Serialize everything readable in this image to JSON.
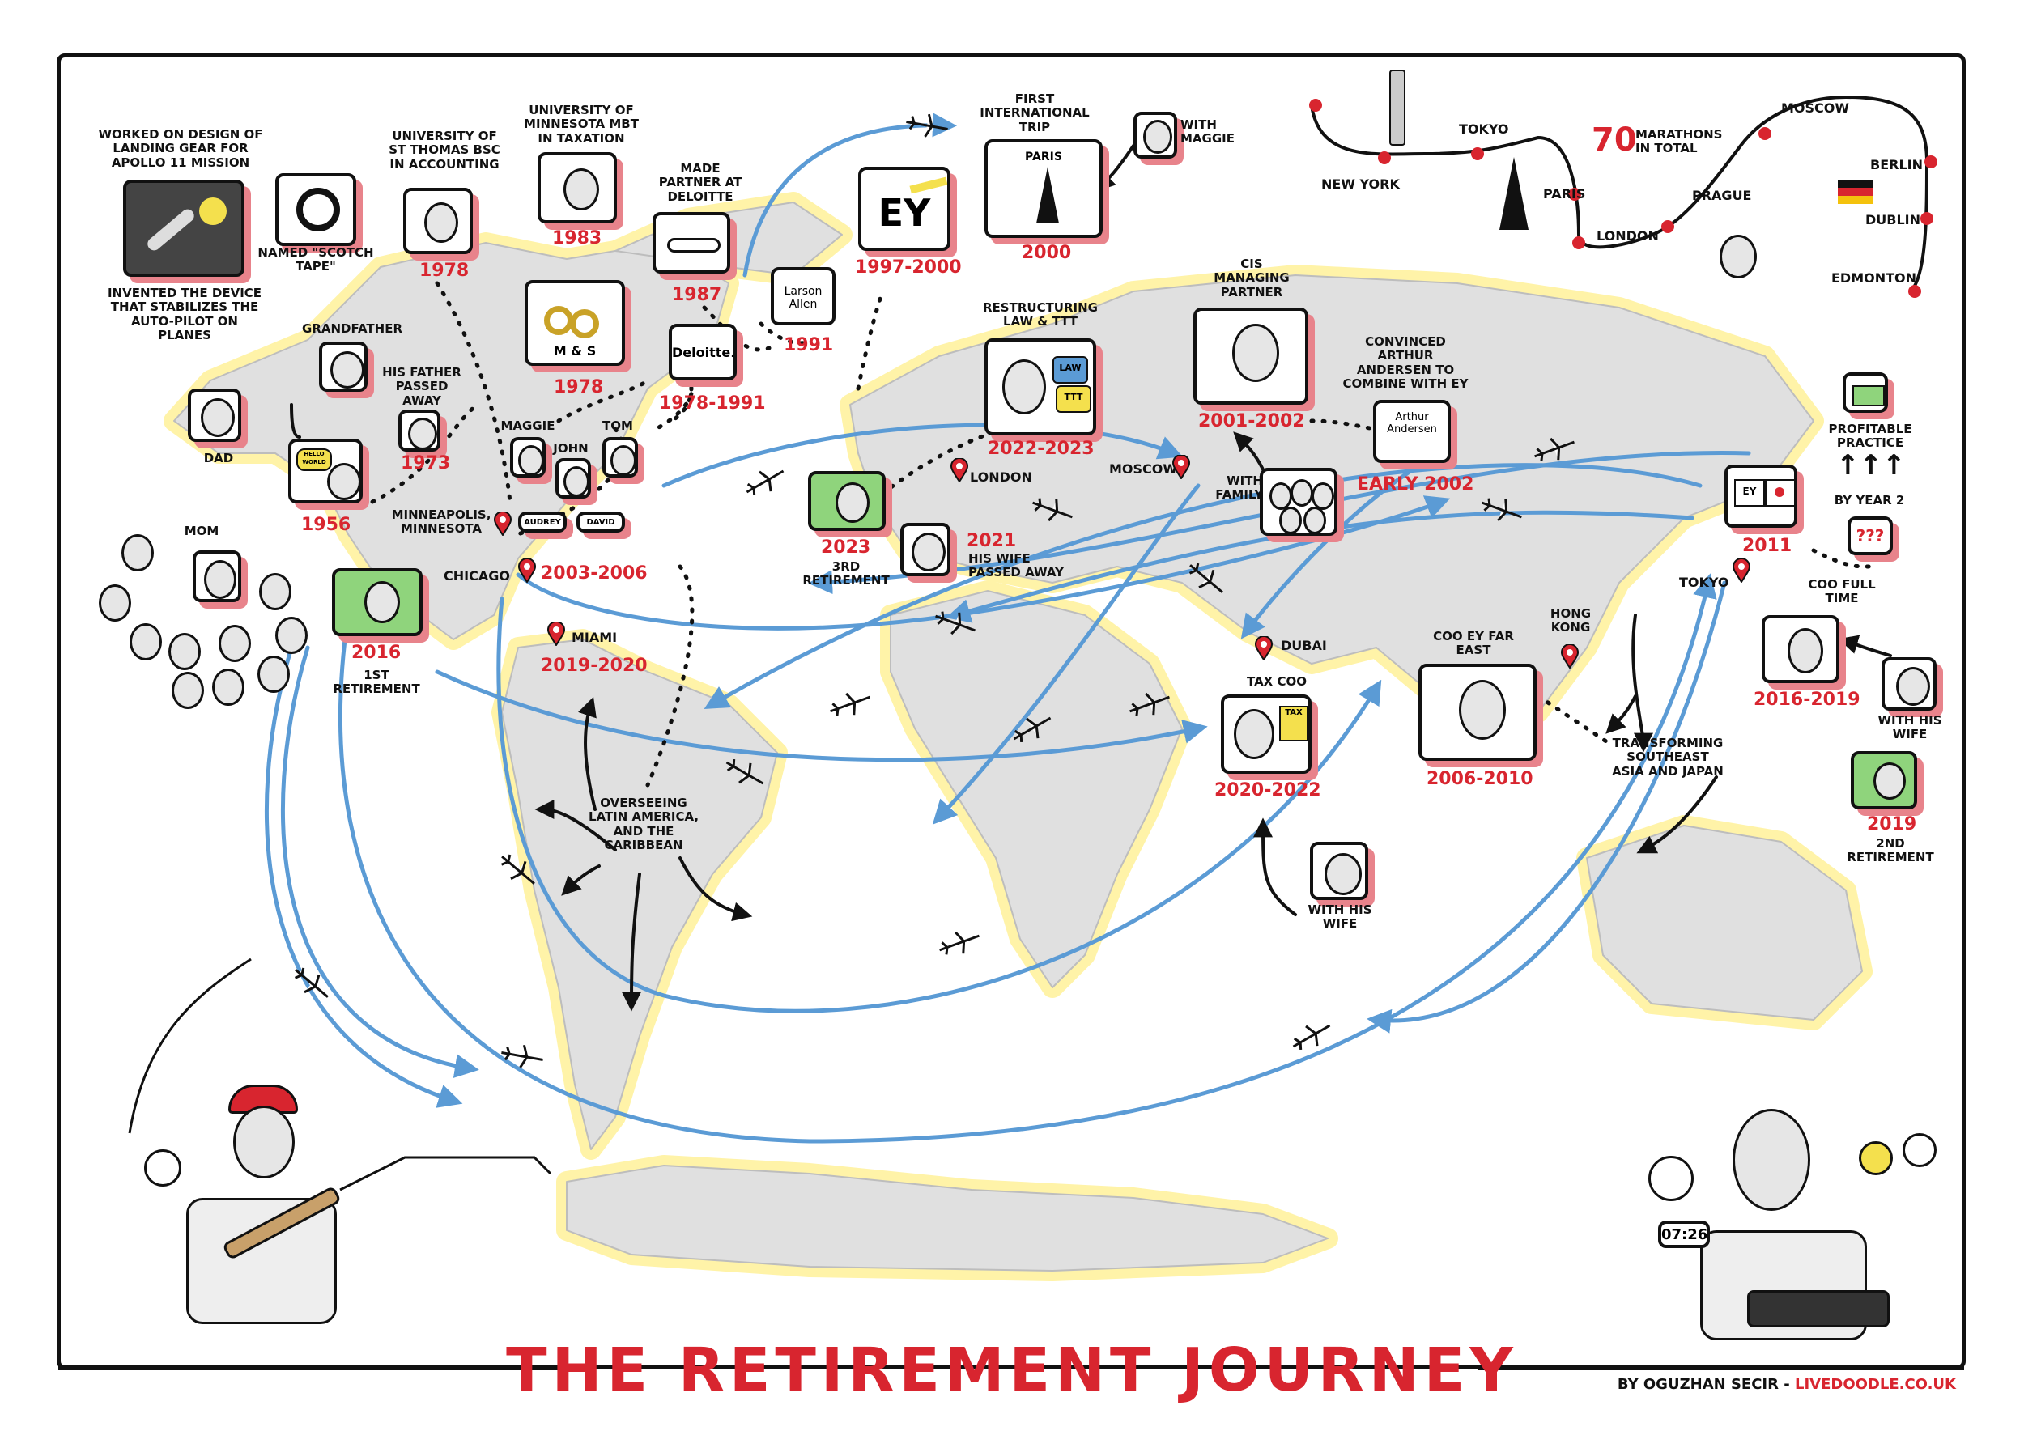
{
  "title": "THE RETIREMENT JOURNEY",
  "credit": {
    "by": "BY OGUZHAN SECIR - ",
    "site": "LIVEDOODLE.CO.UK"
  },
  "labels": {
    "apollo": "WORKED ON DESIGN OF LANDING GEAR FOR APOLLO 11 MISSION",
    "autopilot": "INVENTED THE DEVICE THAT STABILIZES THE AUTO-PILOT ON PLANES",
    "scotch": "NAMED \"SCOTCH TAPE\"",
    "grandfather": "GRANDFATHER",
    "dad": "DAD",
    "mom": "MOM",
    "st_thomas": "UNIVERSITY OF ST THOMAS BSC IN ACCOUNTING",
    "minnesota_univ": "UNIVERSITY OF MINNESOTA MBT IN TAXATION",
    "deloitte_partner": "MADE PARTNER AT DELOITTE",
    "first_trip": "FIRST INTERNATIONAL TRIP",
    "with_maggie": "WITH MAGGIE",
    "father_passed": "HIS FATHER PASSED AWAY",
    "maggie": "MAGGIE",
    "tom": "TOM",
    "john": "JOHN",
    "audrey": "AUDREY",
    "david": "DAVID",
    "m_s": "M & S",
    "hello_world": "HELLO WORLD",
    "minneapolis": "MINNEAPOLIS, MINNESOTA",
    "chicago": "CHICAGO",
    "miami": "MIAMI",
    "first_retirement": "1ST RETIREMENT",
    "latam": "OVERSEEING LATIN AMERICA, AND THE CARIBBEAN",
    "restructuring": "RESTRUCTURING LAW & TTT",
    "law": "LAW",
    "ttt": "TTT",
    "london": "LONDON",
    "moscow_city": "MOSCOW",
    "third_retirement": "3RD RETIREMENT",
    "wife_passed": "HIS WIFE PASSED AWAY",
    "cis": "CIS MANAGING PARTNER",
    "convinced": "CONVINCED ARTHUR ANDERSEN TO COMBINE WITH EY",
    "arthur": "Arthur Andersen",
    "with_family": "WITH FAMILY",
    "dubai": "DUBAI",
    "tax_coo": "TAX COO",
    "tax": "TAX",
    "with_his_wife_dubai": "WITH HIS WIFE",
    "coo_far_east": "COO EY FAR EAST",
    "hong_kong": "HONG KONG",
    "transforming": "TRANSFORMING SOUTHEAST ASIA AND JAPAN",
    "tokyo_city": "TOKYO",
    "coo_full_time": "COO FULL TIME",
    "with_his_wife_right": "WITH HIS WIFE",
    "second_retirement": "2ND RETIREMENT",
    "profitable": "PROFITABLE PRACTICE",
    "by_year_2": "BY YEAR 2",
    "question": "???",
    "marathons_num": "70",
    "marathons_text": "MARATHONS IN TOTAL",
    "ey": "EY",
    "cla": "Larson Allen",
    "deloitte": "Deloitte.",
    "paris_card": "PARIS",
    "clock": "07:26",
    "ey_small": "EY"
  },
  "marathon_cities": [
    "NEW YORK",
    "TOKYO",
    "PARIS",
    "LONDON",
    "PRAGUE",
    "MOSCOW",
    "BERLIN",
    "DUBLIN",
    "EDMONTON"
  ],
  "years": {
    "y1956": "1956",
    "y1973": "1973",
    "y1978a": "1978",
    "y1978b": "1978",
    "y1983": "1983",
    "y1987": "1987",
    "y1991": "1991",
    "y1978_1991": "1978-1991",
    "y1997_2000": "1997-2000",
    "y2000": "2000",
    "y2003_2006": "2003-2006",
    "y2019_2020": "2019-2020",
    "y2016a": "2016",
    "y2022_2023": "2022-2023",
    "y2023": "2023",
    "y2021": "2021",
    "y2001_2002": "2001-2002",
    "early2002": "EARLY 2002",
    "y2020_2022": "2020-2022",
    "y2006_2010": "2006-2010",
    "y2011": "2011",
    "y2016_2019": "2016-2019",
    "y2019": "2019"
  },
  "colors": {
    "accent_red": "#d8252f",
    "route_blue": "#5b9bd5",
    "land_gray": "#e0e0e0",
    "coast_yellow": "#fff3a8",
    "shadow_pink": "#e8838b",
    "card_green": "#8fd47c"
  }
}
